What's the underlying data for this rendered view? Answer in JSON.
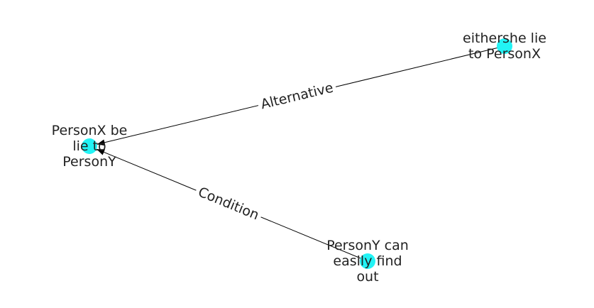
{
  "colors": {
    "node_fill": "#22f3f5",
    "edge": "#000000",
    "text": "#222222"
  },
  "nodes": [
    {
      "id": "personx-be-lie-to-persony",
      "label_lines": [
        "PersonX be",
        "lie to",
        "PersonY"
      ]
    },
    {
      "id": "eithershe-lie-to-personx",
      "label_lines": [
        "eithershe lie",
        "to PersonX"
      ]
    },
    {
      "id": "persony-can-easily-find-out",
      "label_lines": [
        "PersonY can",
        "easily find",
        "out"
      ]
    }
  ],
  "edges": [
    {
      "source": "eithershe-lie-to-personx",
      "target": "personx-be-lie-to-persony",
      "label": "Alternative"
    },
    {
      "source": "persony-can-easily-find-out",
      "target": "personx-be-lie-to-persony",
      "label": "Condition"
    }
  ]
}
